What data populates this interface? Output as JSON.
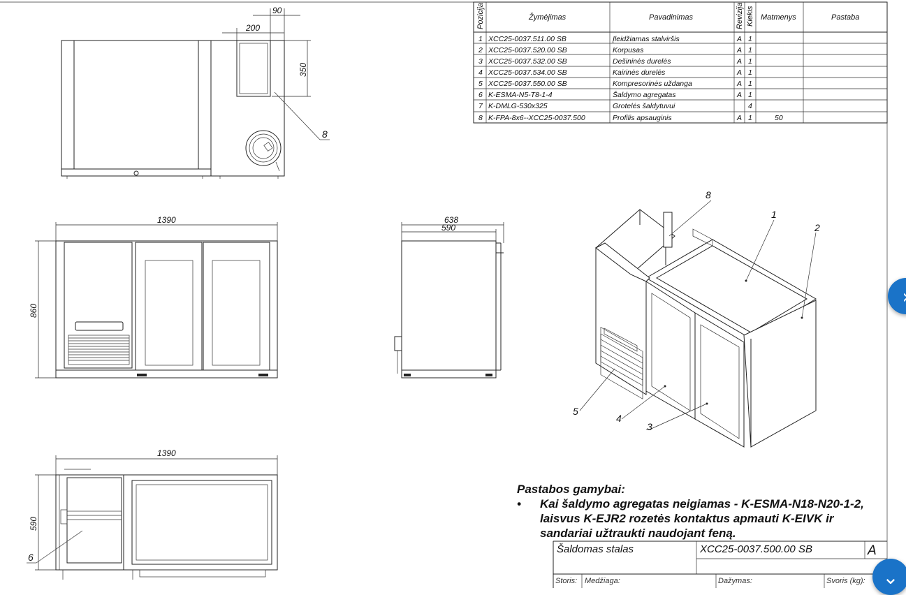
{
  "bom": {
    "headers": {
      "position": "Pozicija",
      "designation": "Žymėjimas",
      "name": "Pavadinimas",
      "revision": "Revizija",
      "quantity": "Kiekis",
      "dimensions": "Matmenys",
      "note": "Pastaba"
    },
    "rows": [
      {
        "pos": "1",
        "code": "XCC25-0037.511.00 SB",
        "name": "Įleidžiamas stalviršis",
        "rev": "A",
        "qty": "1",
        "dim": ""
      },
      {
        "pos": "2",
        "code": "XCC25-0037.520.00 SB",
        "name": "Korpusas",
        "rev": "A",
        "qty": "1",
        "dim": ""
      },
      {
        "pos": "3",
        "code": "XCC25-0037.532.00 SB",
        "name": "Dešininės durelės",
        "rev": "A",
        "qty": "1",
        "dim": ""
      },
      {
        "pos": "4",
        "code": "XCC25-0037.534.00 SB",
        "name": "Kairinės durelės",
        "rev": "A",
        "qty": "1",
        "dim": ""
      },
      {
        "pos": "5",
        "code": "XCC25-0037.550.00 SB",
        "name": "Kompresorinės uždanga",
        "rev": "A",
        "qty": "1",
        "dim": ""
      },
      {
        "pos": "6",
        "code": "K-ESMA-N5-T8-1-4",
        "name": "Šaldymo agregatas",
        "rev": "A",
        "qty": "1",
        "dim": ""
      },
      {
        "pos": "7",
        "code": "K-DMLG-530x325",
        "name": "Grotelės šaldytuvui",
        "rev": "",
        "qty": "4",
        "dim": ""
      },
      {
        "pos": "8",
        "code": "K-FPA-8x6--XCC25-0037.500",
        "name": "Profilis apsauginis",
        "rev": "A",
        "qty": "1",
        "dim": "50"
      }
    ]
  },
  "dimensions": {
    "top_90": "90",
    "top_200": "200",
    "top_350": "350",
    "front_width": "1390",
    "front_height": "860",
    "side_638": "638",
    "side_590": "590",
    "plan_width": "1390",
    "plan_depth": "590"
  },
  "balloons": {
    "b1": "1",
    "b2": "2",
    "b3": "3",
    "b4": "4",
    "b5": "5",
    "b6": "6",
    "b8_top": "8",
    "b8_iso": "8"
  },
  "notes": {
    "title": "Pastabos gamybai:",
    "bullet": "•",
    "text": "Kai šaldymo agregatas neigiamas - K-ESMA-N18-N20-1-2, laisvus K-EJR2 rozetės  kontaktus apmauti K-EIVK ir sandariai užtraukti naudojant feną."
  },
  "title_block": {
    "name": "Šaldomas stalas",
    "code": "XCC25-0037.500.00 SB",
    "revision": "A",
    "scale_label": "Storis:",
    "material_label": "Medžiaga:",
    "paint_label": "Dažymas:",
    "weight_label": "Svoris (kg):"
  },
  "nav": {
    "next_icon": "›",
    "down_icon": "⌄"
  },
  "colors": {
    "line": "#222222",
    "nav_button": "#1a73c8"
  }
}
